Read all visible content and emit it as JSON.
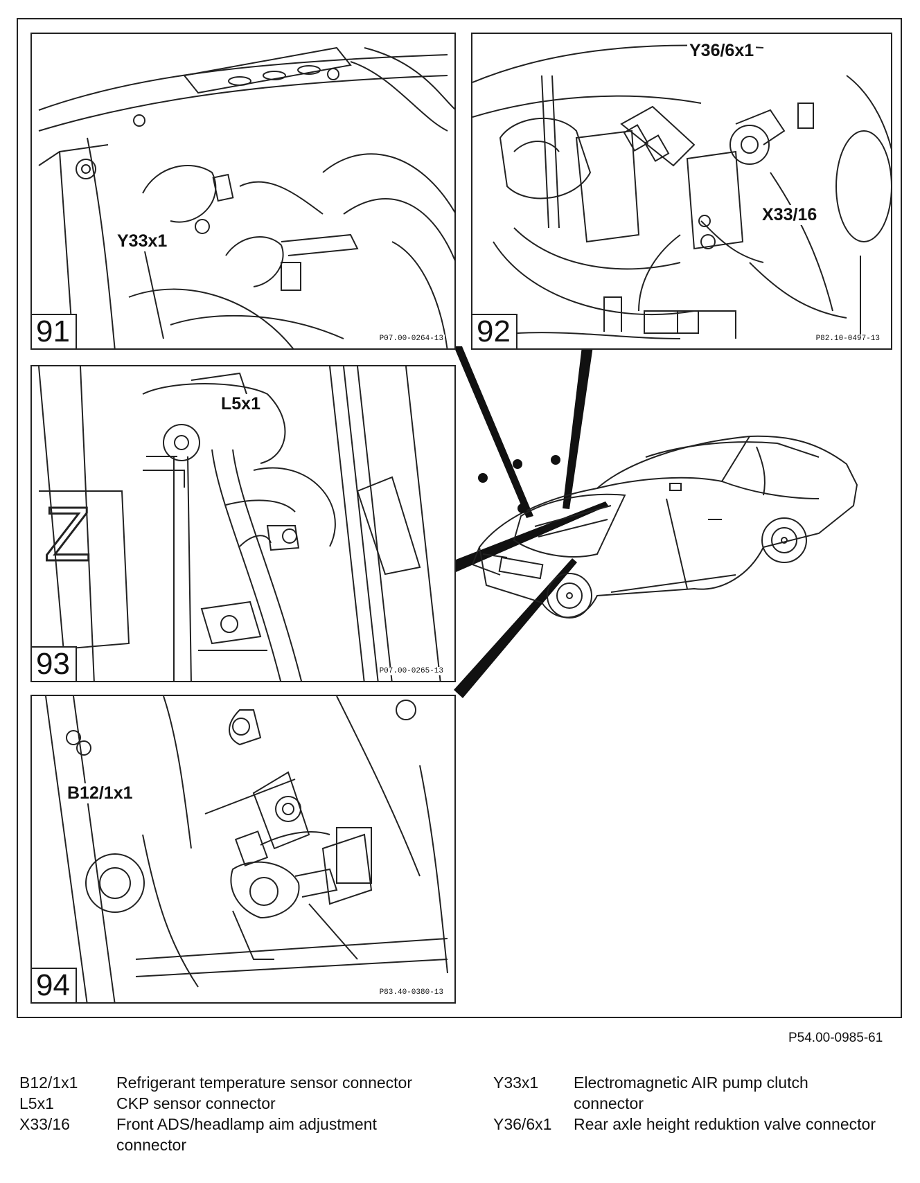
{
  "panels": [
    {
      "number": "91",
      "code": "P07.00-0264-13",
      "callouts": [
        "Y33x1"
      ]
    },
    {
      "number": "92",
      "code": "P82.10-0497-13",
      "callouts": [
        "Y36/6x1",
        "X33/16"
      ]
    },
    {
      "number": "93",
      "code": "P07.00-0265-13",
      "callouts": [
        "L5x1"
      ],
      "badge_letter": "Z"
    },
    {
      "number": "94",
      "code": "P83.40-0380-13",
      "callouts": [
        "B12/1x1"
      ]
    }
  ],
  "figure_code": "P54.00-0985-61",
  "legend": {
    "left": [
      {
        "code": "B12/1x1",
        "desc": "Refrigerant temperature sensor connector"
      },
      {
        "code": "L5x1",
        "desc": "CKP sensor connector"
      },
      {
        "code": "X33/16",
        "desc": "Front ADS/headlamp aim adjustment connector"
      }
    ],
    "right": [
      {
        "code": "Y33x1",
        "desc": "Electromagnetic AIR pump clutch connector"
      },
      {
        "code": "Y36/6x1",
        "desc": "Rear axle height reduktion valve connector"
      }
    ]
  }
}
